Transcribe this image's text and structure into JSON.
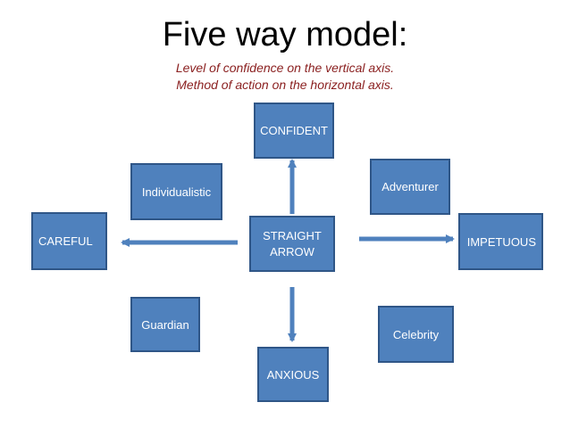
{
  "title": "Five way model:",
  "subtitle_line1": "Level of confidence on the vertical axis.",
  "subtitle_line2": "Method of action on the horizontal axis.",
  "nodes": {
    "confident": "CONFIDENT",
    "center_line1": "STRAIGHT",
    "center_line2": "ARROW",
    "careful": "CAREFUL",
    "impetuous": "IMPETUOUS",
    "anxious": "ANXIOUS",
    "individualistic": "Individualistic",
    "adventurer": "Adventurer",
    "guardian": "Guardian",
    "celebrity": "Celebrity"
  },
  "colors": {
    "box_fill": "#4f81bd",
    "box_border": "#2f5687",
    "subtitle": "#8a1f1f"
  }
}
